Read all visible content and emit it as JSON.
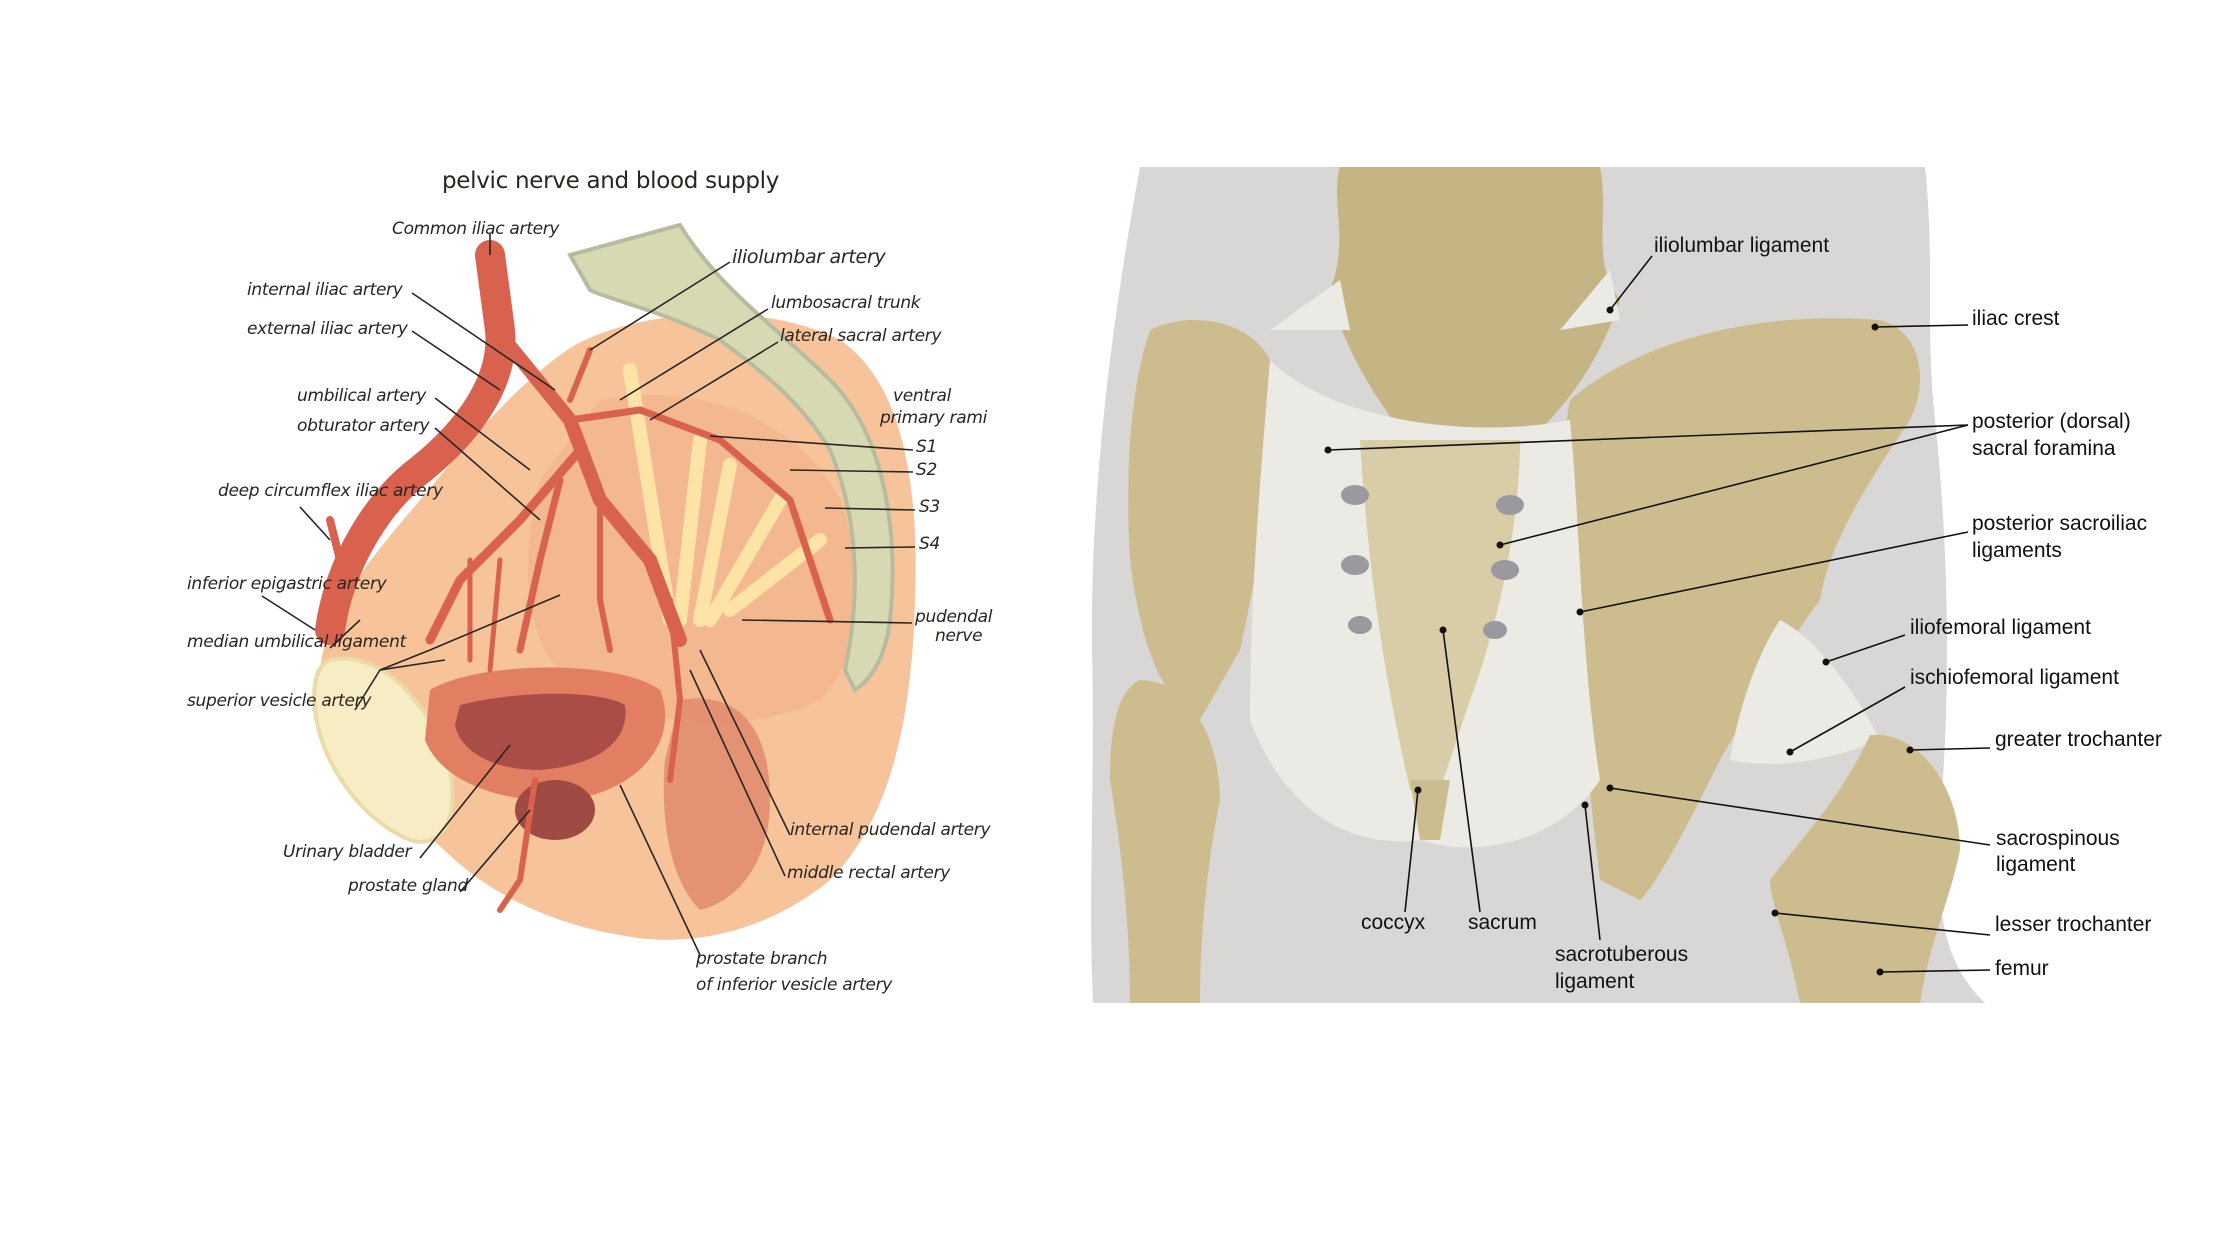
{
  "left_diagram": {
    "title": "pelvic nerve and blood supply",
    "labels": {
      "common_iliac_artery": "Common iliac artery",
      "internal_iliac_artery": "internal iliac artery",
      "external_iliac_artery": "external iliac artery",
      "umbilical_artery": "umbilical artery",
      "obturator_artery": "obturator artery",
      "deep_circumflex_iliac_artery": "deep circumflex iliac artery",
      "inferior_epigastric_artery": "inferior epigastric artery",
      "median_umbilical_ligament": "median umbilical ligament",
      "superior_vesicle_artery": "superior vesicle artery",
      "urinary_bladder": "Urinary bladder",
      "prostate_gland": "prostate gland",
      "prostate_branch_1": "prostate branch",
      "prostate_branch_2": "of inferior vesicle artery",
      "middle_rectal_artery": "middle rectal artery",
      "internal_pudendal_artery": "internal pudendal artery",
      "pudendal_nerve_1": "pudendal",
      "pudendal_nerve_2": "nerve",
      "ventral_1": "ventral",
      "ventral_2": "primary rami",
      "s1": "S1",
      "s2": "S2",
      "s3": "S3",
      "s4": "S4",
      "lateral_sacral_artery": "lateral sacral artery",
      "lumbosacral_trunk": "lumbosacral trunk",
      "iliolumbar_artery": "iliolumbar artery"
    }
  },
  "right_diagram": {
    "labels": {
      "iliolumbar_ligament": "iliolumbar ligament",
      "iliac_crest": "iliac crest",
      "posterior_dorsal_1": "posterior (dorsal)",
      "posterior_dorsal_2": "sacral foramina",
      "posterior_sacroiliac_1": "posterior sacroiliac",
      "posterior_sacroiliac_2": "ligaments",
      "iliofemoral_ligament": "iliofemoral ligament",
      "ischiofemoral_ligament": "ischiofemoral ligament",
      "greater_trochanter": "greater trochanter",
      "sacrospinous_1": "sacrospinous",
      "sacrospinous_2": "ligament",
      "lesser_trochanter": "lesser trochanter",
      "femur": "femur",
      "coccyx": "coccyx",
      "sacrum": "sacrum",
      "sacrotuberous_1": "sacrotuberous",
      "sacrotuberous_2": "ligament"
    }
  },
  "colors": {
    "artery": "#d9624f",
    "tissue": "#f7c39a",
    "sacrum_green": "#d6d9b2",
    "bone": "#cdbd8e",
    "ligament": "#eceae4",
    "backdrop": "#d9d7d6"
  }
}
